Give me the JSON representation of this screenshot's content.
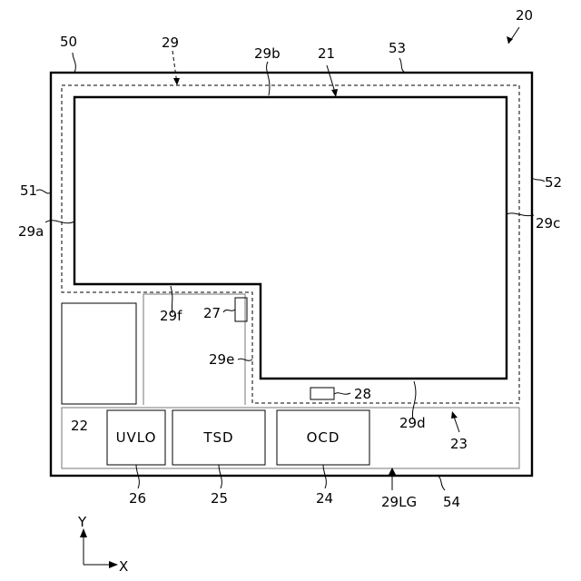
{
  "labels": {
    "ref_20": "20",
    "ref_50": "50",
    "ref_29": "29",
    "ref_29b": "29b",
    "ref_21": "21",
    "ref_53": "53",
    "ref_51": "51",
    "ref_52": "52",
    "ref_29a": "29a",
    "ref_29c": "29c",
    "ref_29f": "29f",
    "ref_27": "27",
    "ref_29e": "29e",
    "ref_28": "28",
    "ref_29d": "29d",
    "ref_23": "23",
    "ref_22": "22",
    "ref_26": "26",
    "ref_25": "25",
    "ref_24": "24",
    "ref_29LG": "29LG",
    "ref_54": "54"
  },
  "blocks": {
    "uvlo": "UVLO",
    "tsd": "TSD",
    "ocd": "OCD"
  },
  "axes": {
    "y": "Y",
    "x": "X"
  }
}
